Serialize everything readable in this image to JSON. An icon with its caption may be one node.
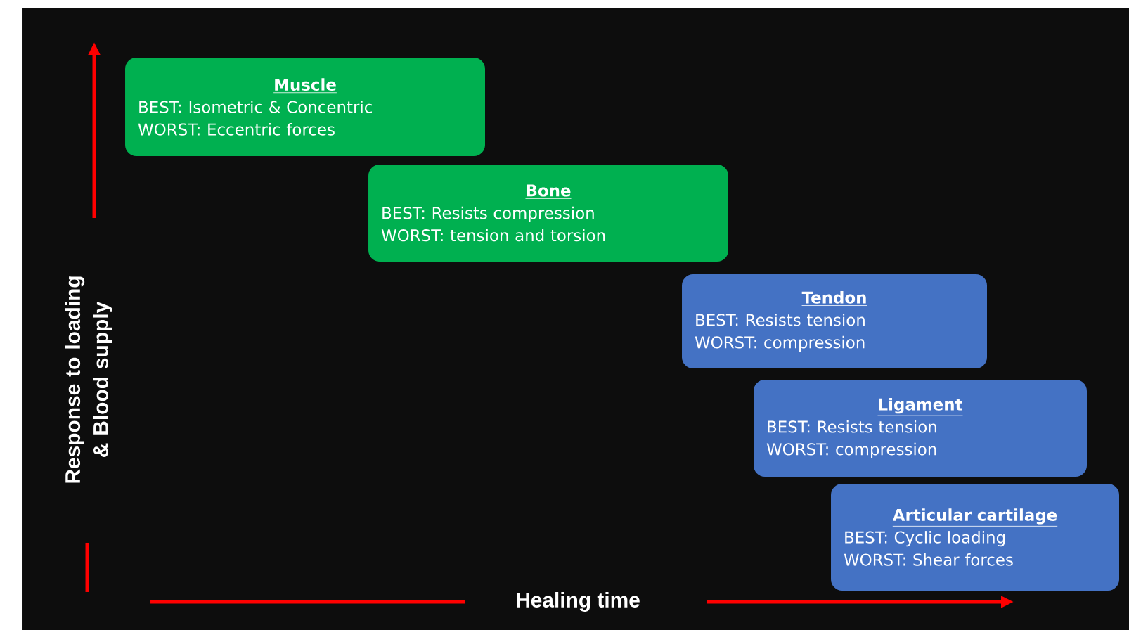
{
  "diagram": {
    "nodes": [
      {
        "text": [
          "Muscle",
          "BEST: Isometric & Concentric",
          "WORST: Eccentric forces"
        ]
      },
      {
        "text": [
          "Bone",
          "BEST: Resists compression",
          "WORST: tension and torsion"
        ]
      },
      {
        "text": [
          "Tendon",
          "BEST: Resists tension",
          "WORST: compression"
        ]
      },
      {
        "text": [
          "Ligament",
          "BEST: Resists tension",
          "WORST: compression"
        ]
      },
      {
        "text": [
          "Articular cartilage",
          "BEST: Cyclic loading",
          "WORST: Shear forces"
        ]
      }
    ],
    "labels": [
      "Response to loading & Blood supply",
      "Healing time"
    ]
  }
}
